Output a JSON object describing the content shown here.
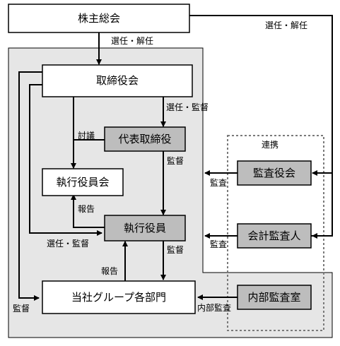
{
  "colors": {
    "line": "#000000",
    "region_fill": "#e6e6e6",
    "gray_box": "#bdbdbd",
    "white_box": "#ffffff",
    "dotted": "#7a7a7a"
  },
  "nodes": {
    "shareholders": "株主総会",
    "board": "取締役会",
    "rep_director": "代表取締役",
    "exec_committee": "執行役員会",
    "exec_officers": "執行役員",
    "group_divisions": "当社グループ各部門",
    "audit_board": "監査役会",
    "accounting_auditor": "会計監査人",
    "internal_audit": "内部監査室"
  },
  "labels": {
    "elect_dismiss_right": "選任・解任",
    "elect_dismiss_center": "選任・解任",
    "elect_supervise_right": "選任・監督",
    "elect_supervise_left": "選任・監督",
    "discuss": "討議",
    "supervise_rep": "監督",
    "report_exec": "報告",
    "supervise_exec": "監督",
    "report_group": "報告",
    "audit_left": "監督",
    "audit_by_board": "監査",
    "audit_by_accountant": "監査",
    "internal_audit_label": "内部監査",
    "cooperation": "連携"
  }
}
